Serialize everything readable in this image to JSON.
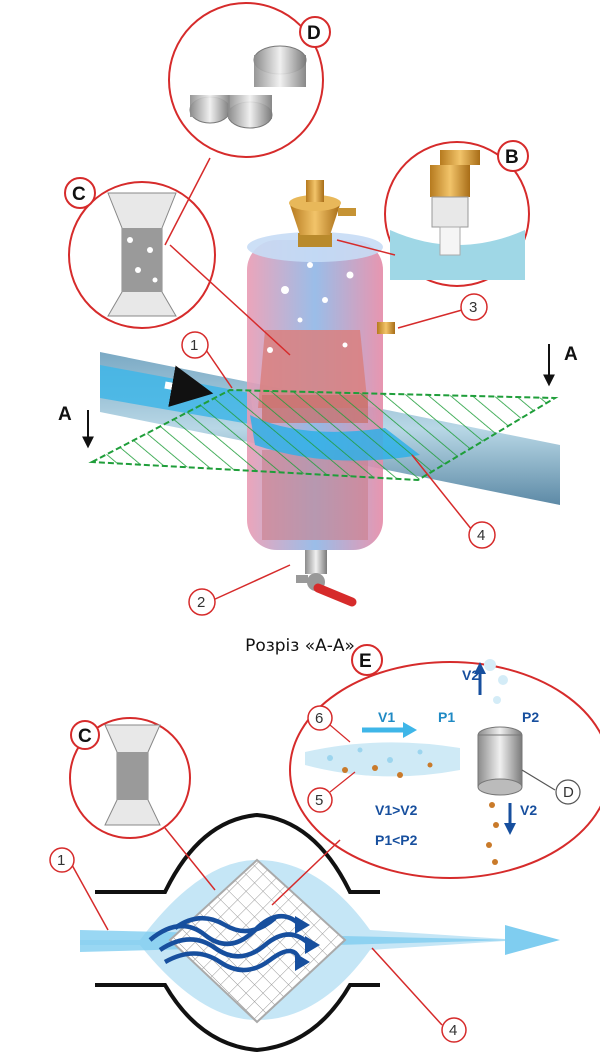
{
  "diagram": {
    "section_title": "Розріз «А-А»",
    "callouts": [
      "A",
      "B",
      "C",
      "D",
      "E"
    ],
    "numbers": [
      "1",
      "2",
      "3",
      "4",
      "5",
      "6"
    ],
    "section_marks": {
      "left": "A",
      "right": "A"
    },
    "detail_e": {
      "v1": "V1",
      "p1": "P1",
      "v2_top": "V2",
      "p2": "P2",
      "v2_bottom": "V2",
      "eq1": "V1>V2",
      "eq2": "P1<P2",
      "d_label": "D"
    },
    "colors": {
      "callout_red": "#d62b2b",
      "water": "#3fb6e8",
      "flow_dark": "#174f9e",
      "hatch_green": "#1f9e3a",
      "vessel_pink": "#e68aa8"
    }
  }
}
